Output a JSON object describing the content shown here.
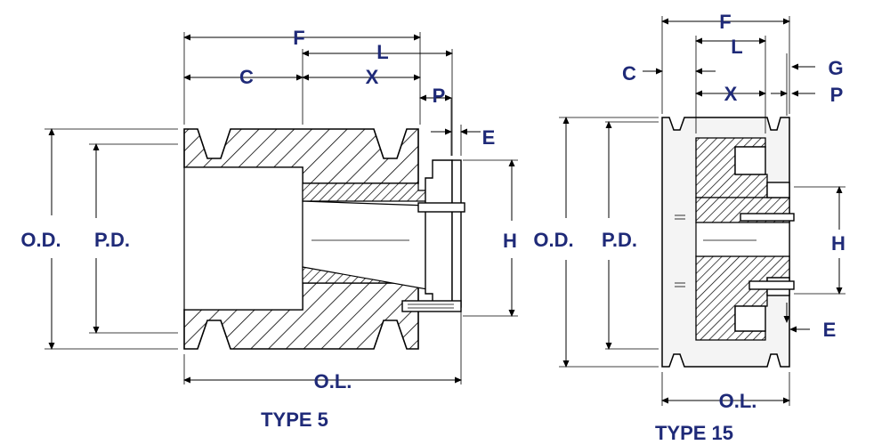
{
  "type5": {
    "title": "TYPE 5",
    "labels": {
      "f": "F",
      "l": "L",
      "c": "C",
      "x": "X",
      "p": "P",
      "e": "E",
      "od": "O.D.",
      "pd": "P.D.",
      "h": "H",
      "ol": "O.L."
    }
  },
  "type15": {
    "title": "TYPE 15",
    "labels": {
      "f": "F",
      "l": "L",
      "c": "C",
      "g": "G",
      "x": "X",
      "p": "P",
      "od": "O.D.",
      "pd": "P.D.",
      "h": "H",
      "e": "E",
      "ol": "O.L."
    }
  },
  "colors": {
    "label": "#1f2a78",
    "line": "#000000"
  }
}
